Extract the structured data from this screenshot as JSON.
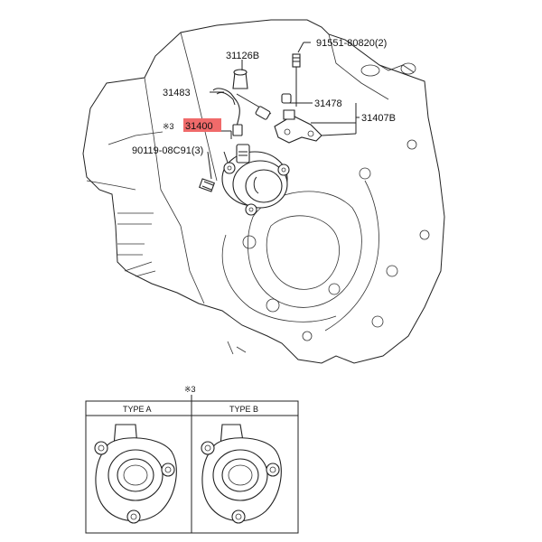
{
  "callouts": {
    "bolt_top": "91551-80820(2)",
    "cap": "31126B",
    "tube": "31483",
    "bleeder": "31478",
    "bracket": "31407B",
    "main_note": "※3",
    "main_part": "31400",
    "bolts": "90119-08C91(3)"
  },
  "inset": {
    "note": "※3",
    "type_a": "TYPE A",
    "type_b": "TYPE B"
  },
  "colors": {
    "highlight": "#f06a6a",
    "line": "#222222"
  }
}
